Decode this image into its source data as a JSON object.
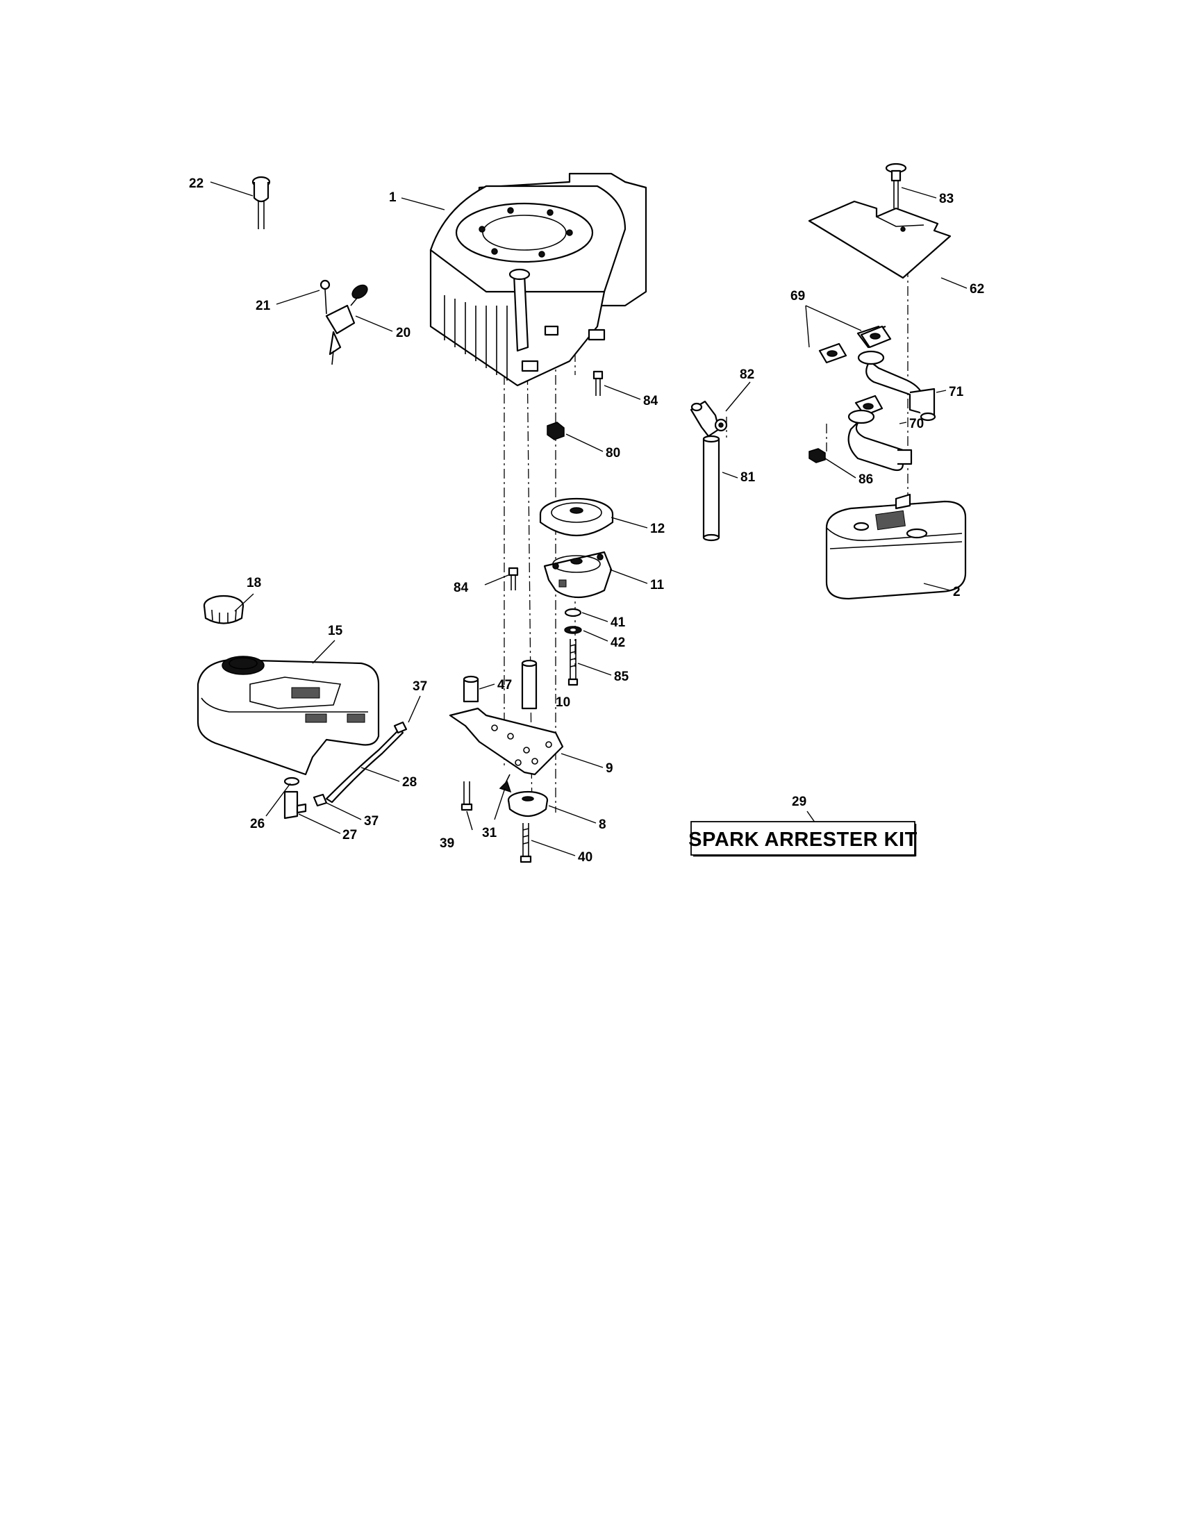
{
  "labels": {
    "p1": "1",
    "p2": "2",
    "p8": "8",
    "p9": "9",
    "p10": "10",
    "p11": "11",
    "p12": "12",
    "p15": "15",
    "p18": "18",
    "p20": "20",
    "p21": "21",
    "p22": "22",
    "p26": "26",
    "p27": "27",
    "p28": "28",
    "p29": "29",
    "p31": "31",
    "p37a": "37",
    "p37b": "37",
    "p39": "39",
    "p40": "40",
    "p41": "41",
    "p42": "42",
    "p47": "47",
    "p62": "62",
    "p69": "69",
    "p70": "70",
    "p71": "71",
    "p80": "80",
    "p81": "81",
    "p82": "82",
    "p83": "83",
    "p84a": "84",
    "p84b": "84",
    "p85": "85",
    "p86": "86"
  },
  "kit": {
    "title": "SPARK ARRESTER KIT"
  }
}
